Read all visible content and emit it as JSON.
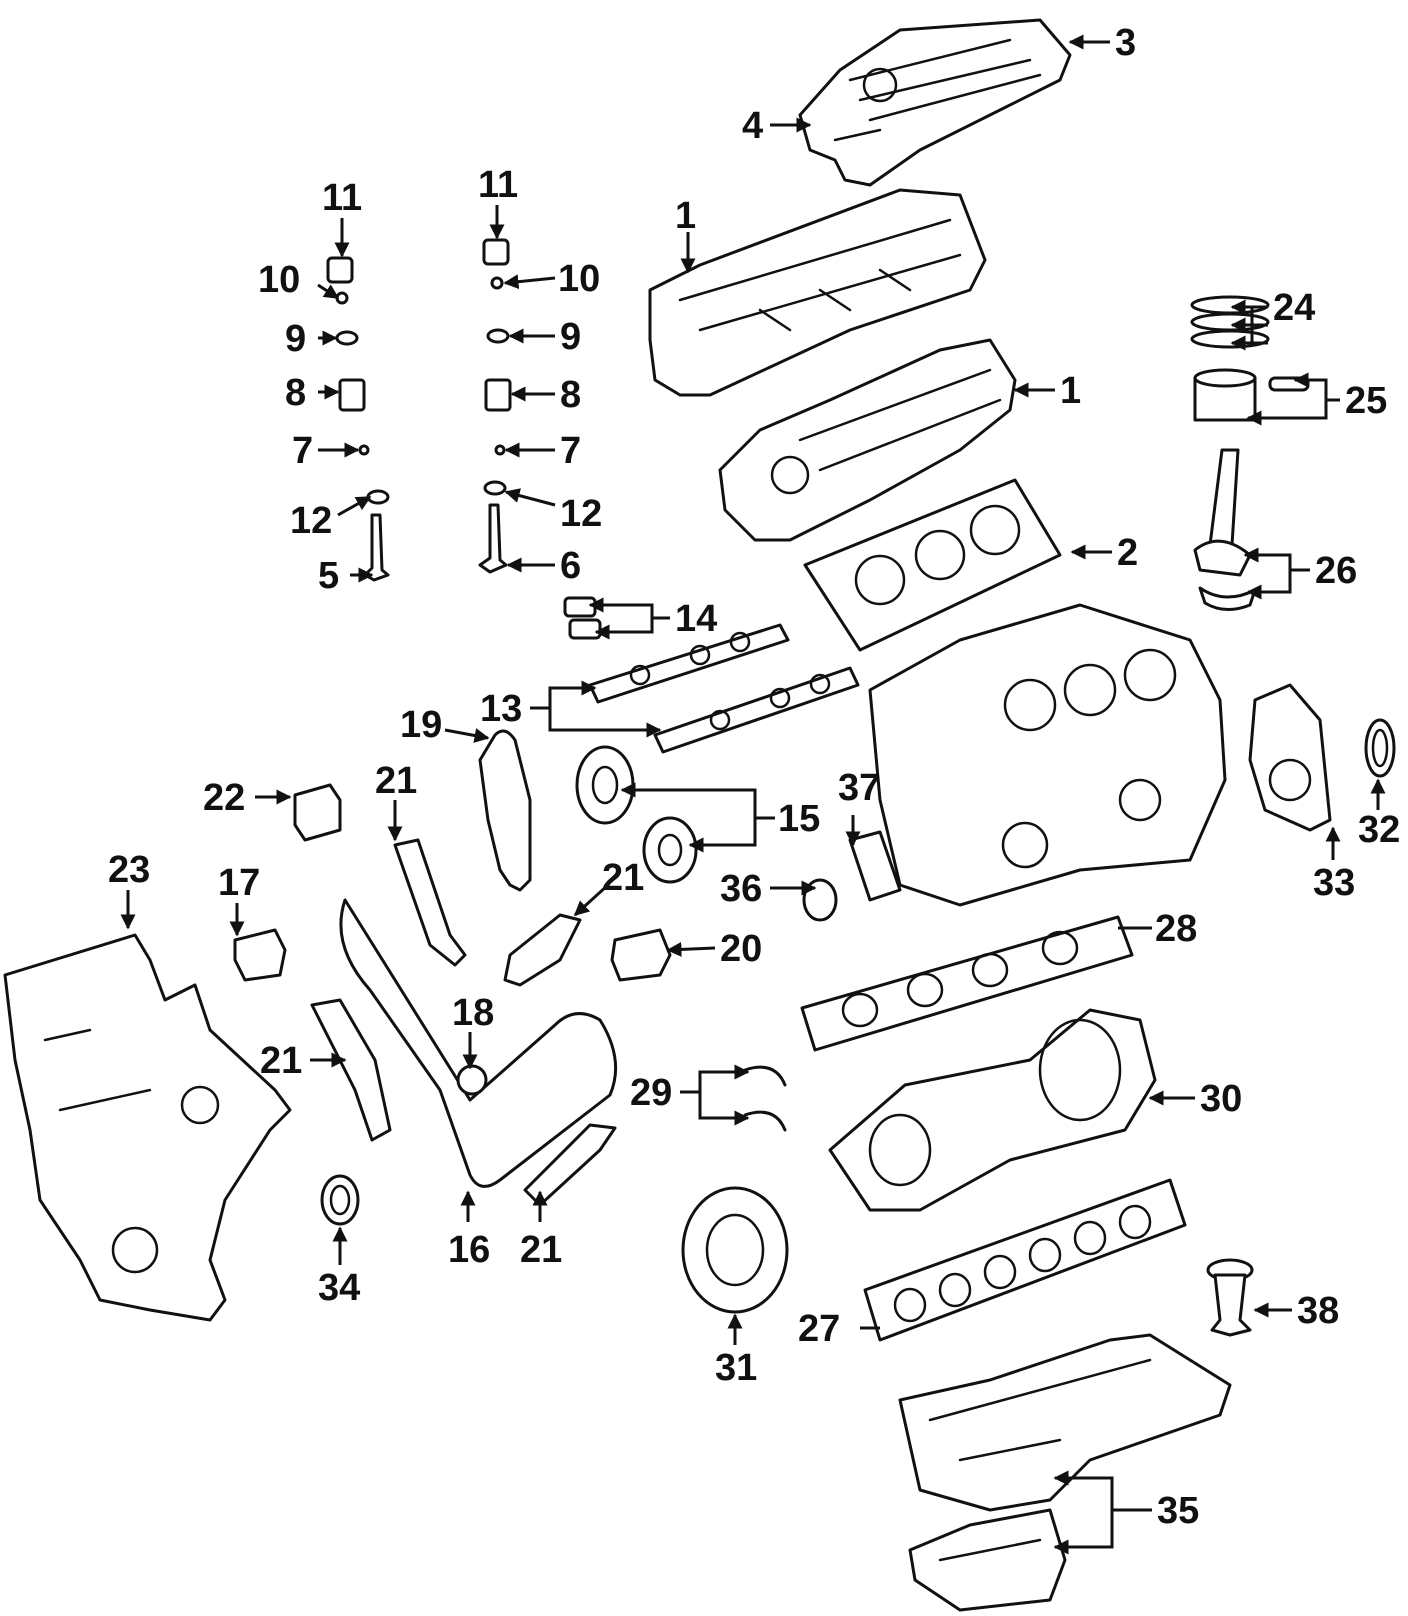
{
  "diagram": {
    "callouts": [
      {
        "id": "c1a",
        "label": "1"
      },
      {
        "id": "c1b",
        "label": "1"
      },
      {
        "id": "c2",
        "label": "2"
      },
      {
        "id": "c3",
        "label": "3"
      },
      {
        "id": "c4",
        "label": "4"
      },
      {
        "id": "c5",
        "label": "5"
      },
      {
        "id": "c6",
        "label": "6"
      },
      {
        "id": "c7a",
        "label": "7"
      },
      {
        "id": "c7b",
        "label": "7"
      },
      {
        "id": "c8a",
        "label": "8"
      },
      {
        "id": "c8b",
        "label": "8"
      },
      {
        "id": "c9a",
        "label": "9"
      },
      {
        "id": "c9b",
        "label": "9"
      },
      {
        "id": "c10a",
        "label": "10"
      },
      {
        "id": "c10b",
        "label": "10"
      },
      {
        "id": "c11a",
        "label": "11"
      },
      {
        "id": "c11b",
        "label": "11"
      },
      {
        "id": "c12a",
        "label": "12"
      },
      {
        "id": "c12b",
        "label": "12"
      },
      {
        "id": "c13",
        "label": "13"
      },
      {
        "id": "c14",
        "label": "14"
      },
      {
        "id": "c15",
        "label": "15"
      },
      {
        "id": "c16",
        "label": "16"
      },
      {
        "id": "c17",
        "label": "17"
      },
      {
        "id": "c18",
        "label": "18"
      },
      {
        "id": "c19",
        "label": "19"
      },
      {
        "id": "c20",
        "label": "20"
      },
      {
        "id": "c21a",
        "label": "21"
      },
      {
        "id": "c21b",
        "label": "21"
      },
      {
        "id": "c21c",
        "label": "21"
      },
      {
        "id": "c21d",
        "label": "21"
      },
      {
        "id": "c22",
        "label": "22"
      },
      {
        "id": "c23",
        "label": "23"
      },
      {
        "id": "c24",
        "label": "24"
      },
      {
        "id": "c25",
        "label": "25"
      },
      {
        "id": "c26",
        "label": "26"
      },
      {
        "id": "c27",
        "label": "27"
      },
      {
        "id": "c28",
        "label": "28"
      },
      {
        "id": "c29",
        "label": "29"
      },
      {
        "id": "c30",
        "label": "30"
      },
      {
        "id": "c31",
        "label": "31"
      },
      {
        "id": "c32",
        "label": "32"
      },
      {
        "id": "c33",
        "label": "33"
      },
      {
        "id": "c34",
        "label": "34"
      },
      {
        "id": "c35",
        "label": "35"
      },
      {
        "id": "c36",
        "label": "36"
      },
      {
        "id": "c37",
        "label": "37"
      },
      {
        "id": "c38",
        "label": "38"
      }
    ]
  }
}
